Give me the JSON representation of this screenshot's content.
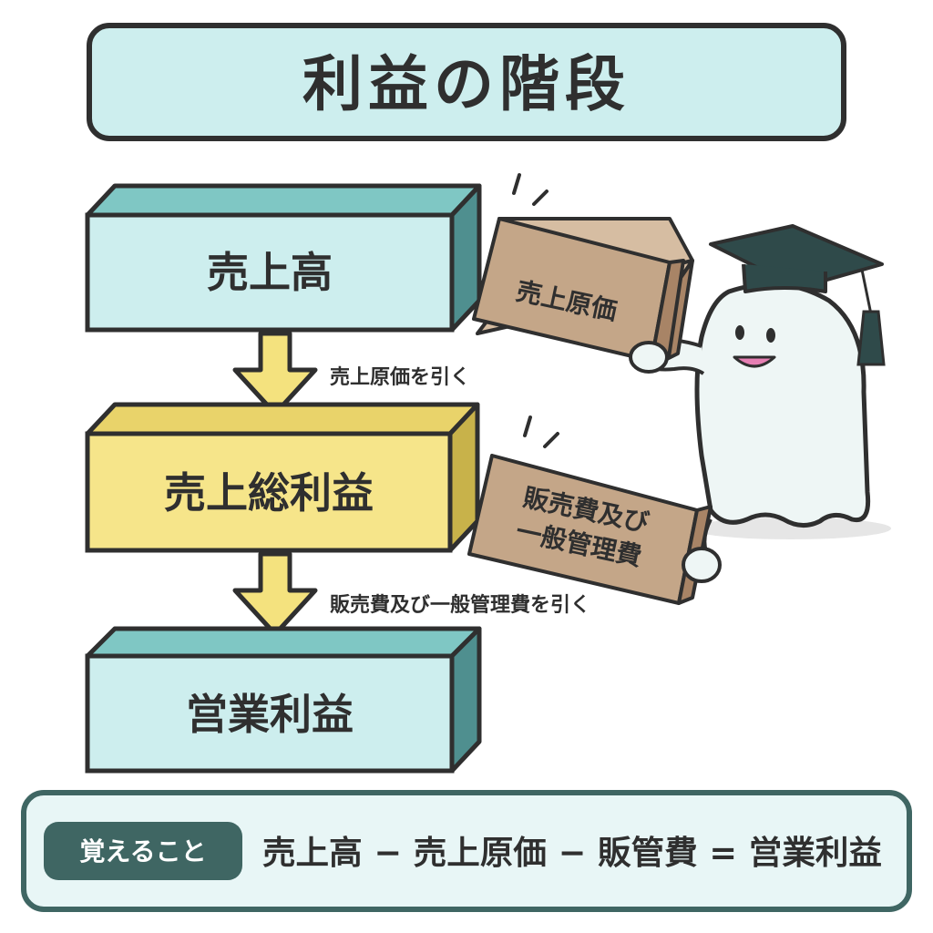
{
  "title": "利益の階段",
  "colors": {
    "outline": "#2f2f2f",
    "cyan_front": "#cdeeee",
    "cyan_side": "#4f8f8f",
    "cyan_top": "#7fc7c4",
    "yellow_front": "#f6e58a",
    "yellow_side": "#c8b24a",
    "yellow_top": "#e9d36a",
    "arrow_fill": "#f4e27e",
    "cardboard_front": "#c4a688",
    "cardboard_side": "#a88466",
    "cardboard_top": "#d6bda2",
    "memo_badge": "#3f6663",
    "memo_panel": "#e8f6f6",
    "memo_border": "#3f6663",
    "ghost_body": "#eef6f5",
    "cap": "#2f4a4a",
    "mouth": "#e67fb3"
  },
  "blocks": [
    {
      "label": "売上高",
      "theme": "cyan"
    },
    {
      "label": "売上総利益",
      "theme": "yellow"
    },
    {
      "label": "営業利益",
      "theme": "cyan"
    }
  ],
  "arrows": [
    {
      "label": "売上原価を引く"
    },
    {
      "label": "販売費及び一般管理費を引く"
    }
  ],
  "boxes": [
    {
      "lines": [
        "売上原価"
      ]
    },
    {
      "lines": [
        "販売費及び",
        "一般管理費"
      ]
    }
  ],
  "character": {
    "icon": "ghost-graduate-icon"
  },
  "memo": {
    "badge": "覚えること",
    "formula": "売上高 − 売上原価 − 販管費 = 営業利益"
  }
}
